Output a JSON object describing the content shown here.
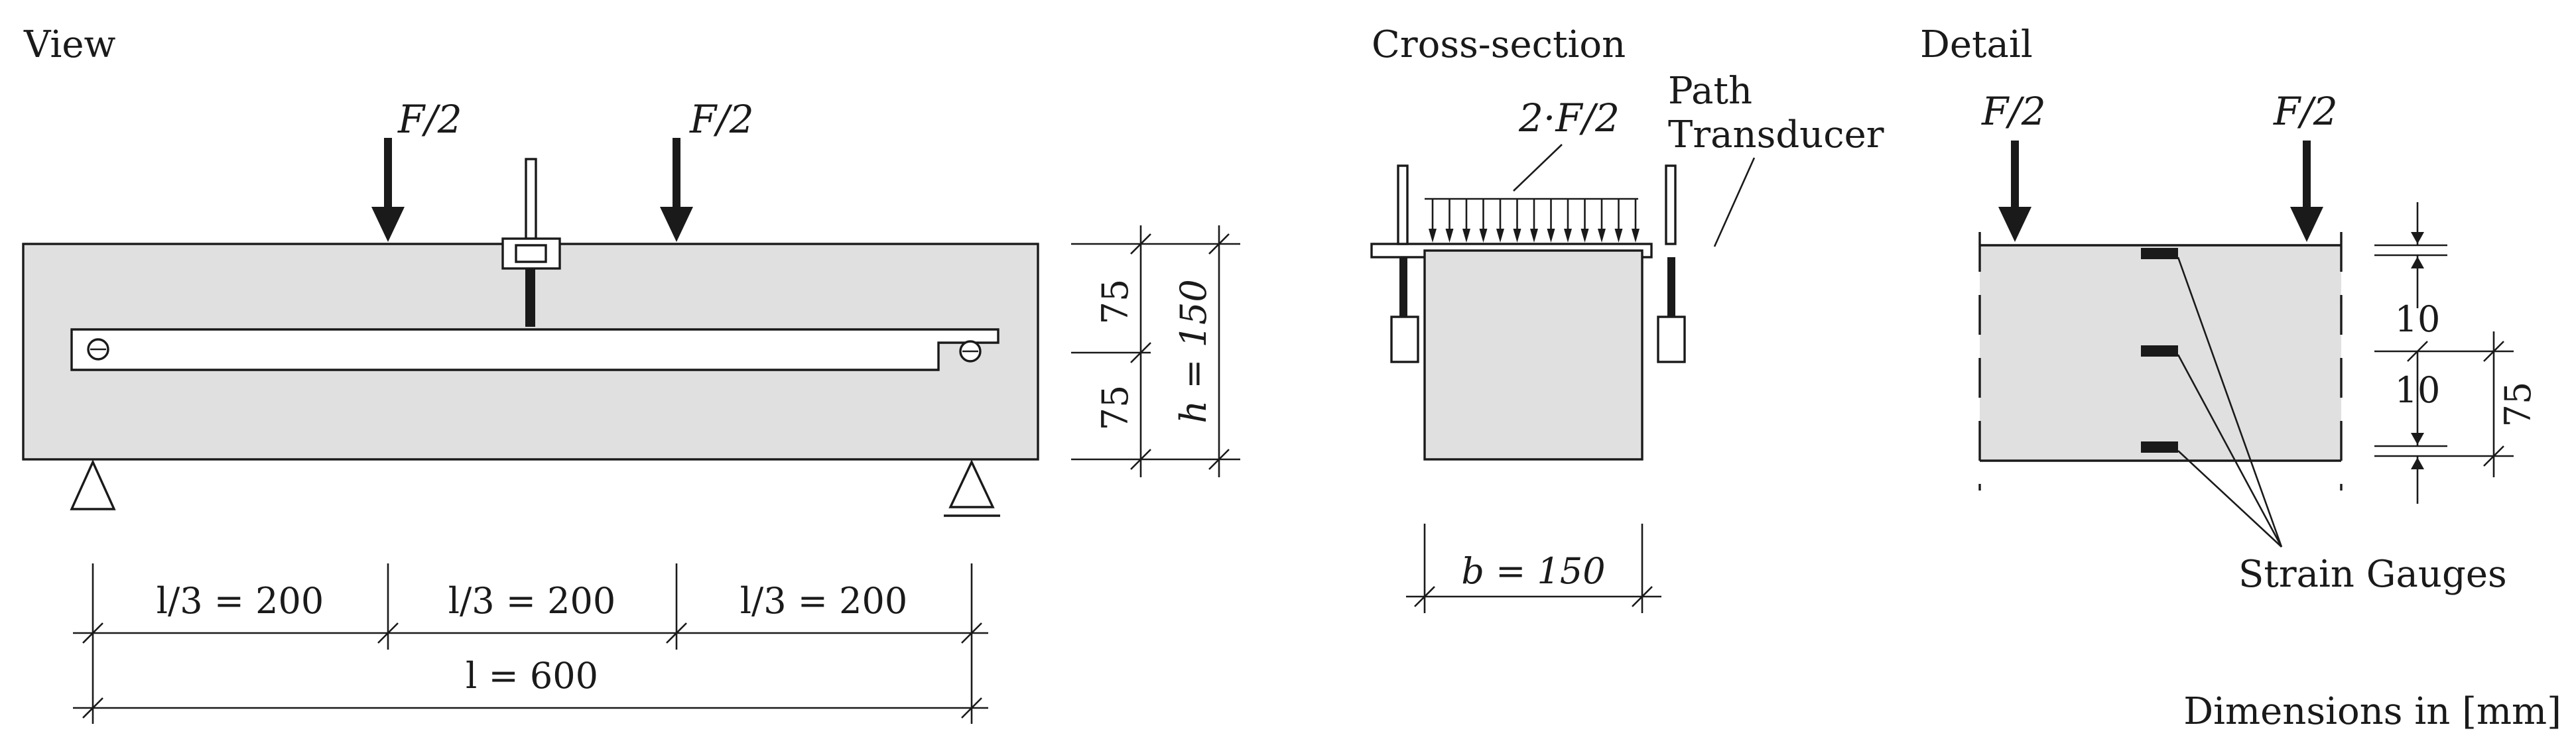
{
  "view": {
    "title": "View",
    "force_left": "F/2",
    "force_right": "F/2",
    "dim_75_top": "75",
    "dim_75_bottom": "75",
    "dim_h": "h = 150",
    "dim_seg1": "l/3 = 200",
    "dim_seg2": "l/3 = 200",
    "dim_seg3": "l/3 = 200",
    "dim_total": "l = 600"
  },
  "cross_section": {
    "title": "Cross-section",
    "load": "2·F/2",
    "transducer_1": "Path",
    "transducer_2": "Transducer",
    "dim_b": "b = 150"
  },
  "detail": {
    "title": "Detail",
    "force_left": "F/2",
    "force_right": "F/2",
    "dim_10_top": "10",
    "dim_10_bottom": "10",
    "dim_75": "75",
    "gauges_label": "Strain Gauges"
  },
  "footer": {
    "units": "Dimensions in [mm]"
  }
}
